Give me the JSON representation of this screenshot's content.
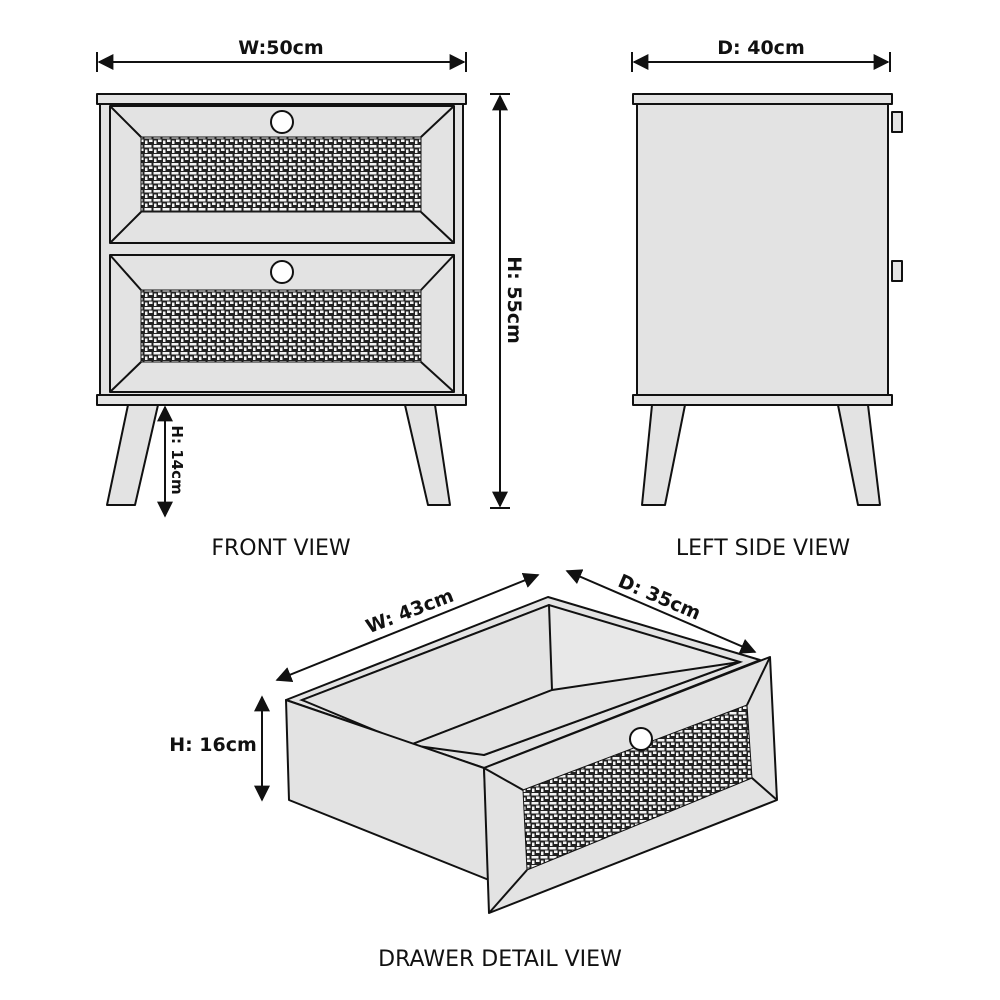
{
  "views": {
    "front": {
      "title": "FRONT VIEW",
      "width": "W:50cm",
      "height": "H: 55cm",
      "leg_height": "H: 14cm"
    },
    "side": {
      "title": "LEFT SIDE VIEW",
      "depth": "D: 40cm"
    },
    "drawer": {
      "title": "DRAWER DETAIL VIEW",
      "width": "W: 43cm",
      "depth": "D: 35cm",
      "height": "H: 16cm"
    }
  },
  "colors": {
    "fill": "#e3e3e3",
    "line": "#111111"
  }
}
